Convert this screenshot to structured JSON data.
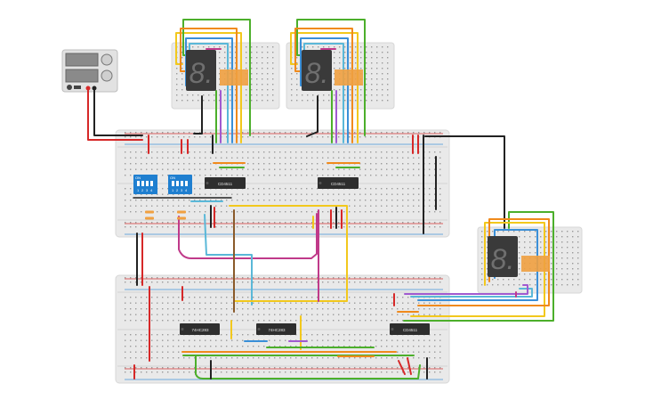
{
  "power_supply": {
    "name": "DC power supply",
    "display_top": "",
    "display_bottom": ""
  },
  "chips": [
    {
      "id": "decoder-1",
      "label": "CD4511"
    },
    {
      "id": "decoder-2",
      "label": "CD4511"
    },
    {
      "id": "gate-1",
      "label": "74HC283"
    },
    {
      "id": "gate-2",
      "label": "74HC283"
    },
    {
      "id": "decoder-3",
      "label": "CD4511"
    }
  ],
  "dip_switches": [
    {
      "id": "dip-1",
      "label": "ON",
      "pins": [
        "1",
        "2",
        "3",
        "4"
      ]
    },
    {
      "id": "dip-2",
      "label": "ON",
      "pins": [
        "1",
        "2",
        "3",
        "4"
      ]
    }
  ],
  "displays": [
    {
      "id": "display-1",
      "digit": "8."
    },
    {
      "id": "display-2",
      "digit": "8."
    },
    {
      "id": "display-3",
      "digit": "8."
    }
  ],
  "colors": {
    "breadboard": "#e9e9e9",
    "breadboard_edge": "#d7d7d7",
    "hole": "#9a9a9a",
    "chip": "#2e2e2e",
    "chip_text": "#e6e6e6",
    "dip": "#1f7fd0",
    "display_body": "#3a3a3a",
    "segment_off": "#6f6f6f",
    "resistor": "#f0a040",
    "wire_red": "#d62828",
    "wire_black": "#222222",
    "wire_yellow": "#f2c81d",
    "wire_green": "#4caf2b",
    "wire_orange": "#f08a1c",
    "wire_blue": "#3a8fd8",
    "wire_purple": "#a05ad0",
    "wire_magenta": "#c03a8a",
    "wire_cyan": "#5ab8d8",
    "wire_brown": "#8a5a2a"
  }
}
